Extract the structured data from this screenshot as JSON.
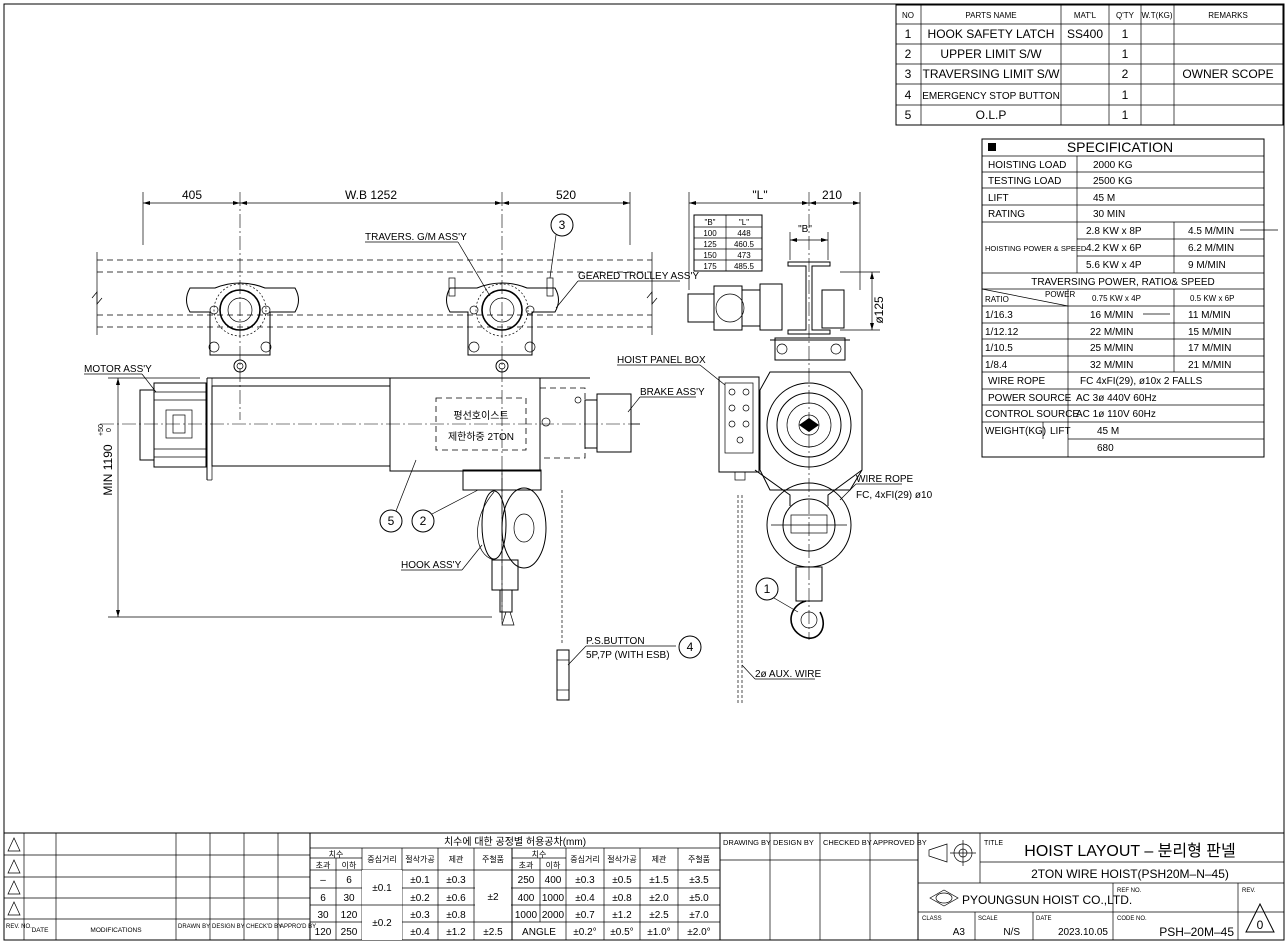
{
  "parts_table": {
    "headers": [
      "NO",
      "PARTS NAME",
      "MAT'L",
      "Q'TY",
      "W.T(KG)",
      "REMARKS"
    ],
    "rows": [
      [
        "1",
        "HOOK SAFETY LATCH",
        "SS400",
        "1",
        "",
        ""
      ],
      [
        "2",
        "UPPER LIMIT S/W",
        "",
        "1",
        "",
        ""
      ],
      [
        "3",
        "TRAVERSING LIMIT S/W",
        "",
        "2",
        "",
        "OWNER SCOPE"
      ],
      [
        "4",
        "EMERGENCY STOP BUTTON",
        "",
        "1",
        "",
        ""
      ],
      [
        "5",
        "O.L.P",
        "",
        "1",
        "",
        ""
      ]
    ]
  },
  "spec": {
    "title": "SPECIFICATION",
    "hoisting_load_label": "HOISTING LOAD",
    "hoisting_load": "2000 KG",
    "testing_load_label": "TESTING LOAD",
    "testing_load": "2500 KG",
    "lift_label": "LIFT",
    "lift": "45 M",
    "rating_label": "RATING",
    "rating": "30 MIN",
    "hps_label": "HOISTING POWER & SPEED",
    "hps_rows": [
      [
        "2.8 KW x 8P",
        "4.5 M/MIN"
      ],
      [
        "4.2 KW x 6P",
        "6.2 M/MIN"
      ],
      [
        "5.6 KW x 4P",
        "9 M/MIN"
      ]
    ],
    "trav_title": "TRAVERSING POWER, RATIO& SPEED",
    "ratio_label": "RATIO",
    "power_label": "POWER",
    "trav_heads": [
      "0.75 KW x 4P",
      "0.5 KW x 6P"
    ],
    "trav_rows": [
      [
        "1/16.3",
        "16 M/MIN",
        "11 M/MIN"
      ],
      [
        "1/12.12",
        "22 M/MIN",
        "15 M/MIN"
      ],
      [
        "1/10.5",
        "25 M/MIN",
        "17 M/MIN"
      ],
      [
        "1/8.4",
        "32 M/MIN",
        "21 M/MIN"
      ]
    ],
    "wire_rope_label": "WIRE ROPE",
    "wire_rope": "FC 4xFI(29),  ø10x 2 FALLS",
    "power_source_label": "POWER SOURCE",
    "power_source": "AC 3ø 440V 60Hz",
    "control_source_label": "CONTROL SOURCE",
    "control_source": "AC 1ø 110V 60Hz",
    "weight_label": "WEIGHT(KG)",
    "weight_lift_label": "LIFT",
    "weight_lift": "45 M",
    "weight": "680"
  },
  "front_view": {
    "dim_405": "405",
    "dim_wb": "W.B 1252",
    "dim_520": "520",
    "dim_min": "MIN 1190",
    "dim_tol_plus": "+50",
    "dim_tol_zero": "0",
    "label_travers": "TRAVERS. G/M ASS'Y",
    "label_geared": "GEARED TROLLEY ASS'Y",
    "label_motor": "MOTOR ASS'Y",
    "label_hoist_panel": "HOIST PANEL BOX",
    "label_brake": "BRAKE ASS'Y",
    "label_hook": "HOOK ASS'Y",
    "label_psbutton": "P.S.BUTTON",
    "label_psbutton2": "5P,7P (WITH ESB)",
    "drum_text1": "평선호이스트",
    "drum_text2": "제한하중 2TON",
    "bubble_3": "3",
    "bubble_5": "5",
    "bubble_2": "2",
    "bubble_4": "4"
  },
  "side_view": {
    "dim_L": "\"L\"",
    "dim_210": "210",
    "dim_B": "\"B\"",
    "dim_125": "ø125",
    "small_table_heads": [
      "\"B\"",
      "\"L\""
    ],
    "small_table_rows": [
      [
        "100",
        "448"
      ],
      [
        "125",
        "460.5"
      ],
      [
        "150",
        "473"
      ],
      [
        "175",
        "485.5"
      ]
    ],
    "label_wire_rope": "WIRE ROPE",
    "label_wire_rope2": "FC, 4xFI(29) ø10",
    "label_aux": "2ø AUX. WIRE",
    "bubble_1": "1"
  },
  "tolerance": {
    "title": "치수에 대한 공정별 허용공차(mm)",
    "col_size": "치수",
    "col_over": "초과",
    "col_under": "이하",
    "col_center": "중심거리",
    "col_cut": "절삭가공",
    "col_mfg": "제관",
    "col_cast": "주철품",
    "left_rows": [
      [
        "–",
        "6",
        "±0.1",
        "±0.3"
      ],
      [
        "6",
        "30",
        "±0.2",
        "±0.6"
      ],
      [
        "30",
        "120",
        "±0.3",
        "±0.8"
      ],
      [
        "120",
        "250",
        "±0.4",
        "±1.2"
      ]
    ],
    "left_center": [
      "±0.1",
      "±0.2"
    ],
    "left_cast": [
      "±2",
      "±2.5"
    ],
    "right_rows": [
      [
        "250",
        "400",
        "±0.3",
        "±0.5",
        "±1.5",
        "±3.5"
      ],
      [
        "400",
        "1000",
        "±0.4",
        "±0.8",
        "±2.0",
        "±5.0"
      ],
      [
        "1000",
        "2000",
        "±0.7",
        "±1.2",
        "±2.5",
        "±7.0"
      ]
    ],
    "angle_row": [
      "ANGLE",
      "±0.2°",
      "±0.5°",
      "±1.0°",
      "±2.0°"
    ]
  },
  "revision": {
    "labels": [
      "REV. NO.",
      "DATE",
      "MODIFICATIONS",
      "DRAWN BY",
      "DESIGN BY",
      "CHECK'D BY",
      "APPRO'D BY"
    ]
  },
  "title_block": {
    "drawing_by": "DRAWING BY",
    "design_by": "DESIGN BY",
    "checked_by": "CHECKED BY",
    "approved_by": "APPROVED BY",
    "title_label": "TITLE",
    "title": "HOIST LAYOUT – 분리형 판넬",
    "subtitle": "2TON WIRE HOIST(PSH20M–N–45)",
    "company": "PYOUNGSUN HOIST CO.,LTD.",
    "ref_label": "REF NO.",
    "rev_label": "REV.",
    "class_label": "CLASS",
    "class": "A3",
    "scale_label": "SCALE",
    "scale": "N/S",
    "date_label": "DATE",
    "date": "2023.10.05",
    "code_label": "CODE NO.",
    "code": "PSH–20M–45",
    "rev": "0"
  }
}
